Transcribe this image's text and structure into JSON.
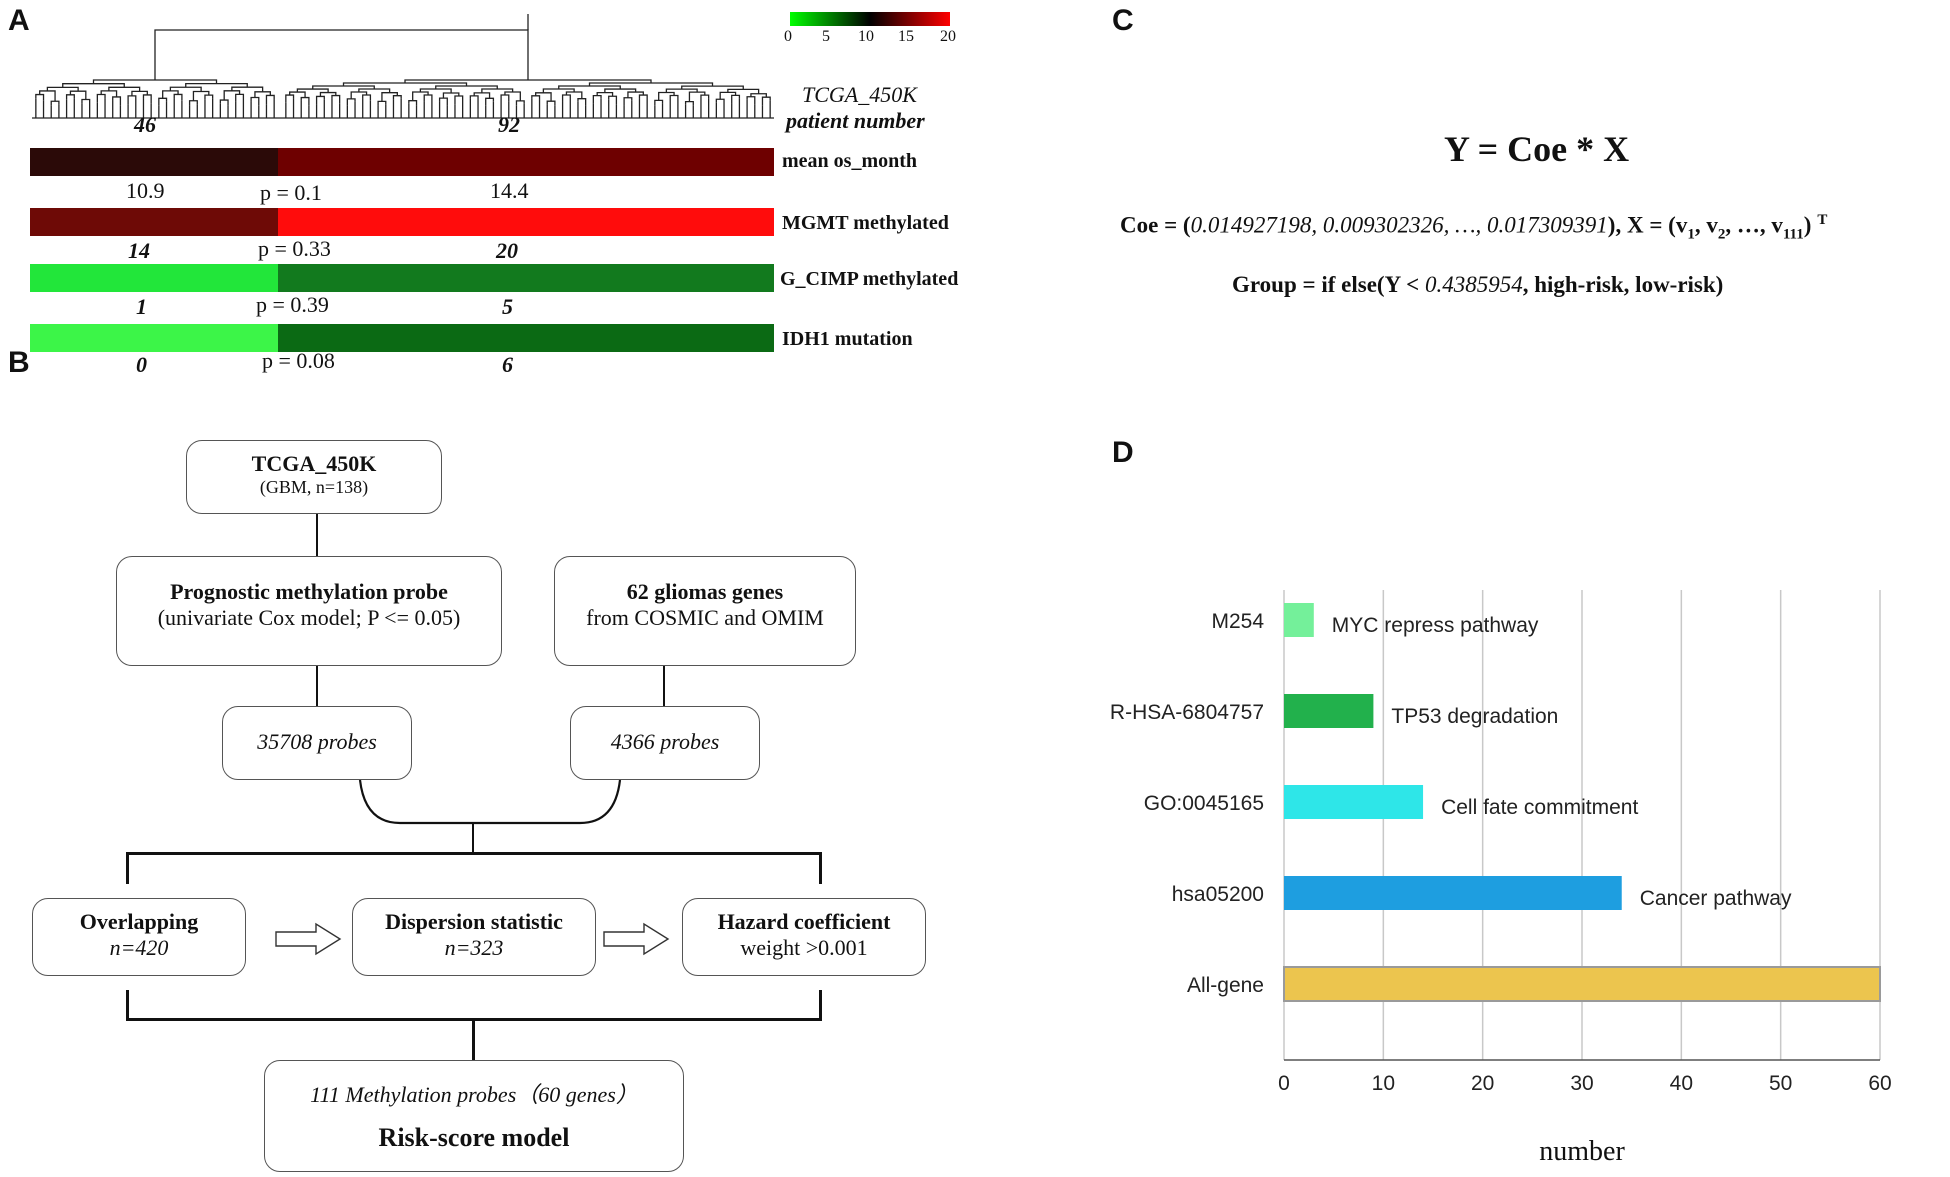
{
  "panels": {
    "a": "A",
    "b": "B",
    "c": "C",
    "d": "D"
  },
  "panel_a": {
    "colorbar_ticks": [
      "0",
      "5",
      "10",
      "15",
      "20"
    ],
    "colorbar_colors": [
      "#00ff00",
      "#000000",
      "#ff0000"
    ],
    "dataset_label": "TCGA_450K",
    "patient_label": "patient number",
    "cluster_counts": [
      "46",
      "92"
    ],
    "rows": [
      {
        "label": "mean os_month",
        "left_value": "10.9",
        "p_value": "p = 0.1",
        "right_value": "14.4",
        "left_color": "#2b0a08",
        "right_color": "#6e0000"
      },
      {
        "label": "MGMT methylated",
        "left_value": "14",
        "p_value": "p = 0.33",
        "right_value": "20",
        "left_color": "#6e0a06",
        "right_color": "#ff0c0c"
      },
      {
        "label": "G_CIMP methylated",
        "left_value": "1",
        "p_value": "p = 0.39",
        "right_value": "5",
        "left_color": "#22e63a",
        "right_color": "#127a1e"
      },
      {
        "label": "IDH1 mutation",
        "left_value": "0",
        "p_value": "p = 0.08",
        "right_value": "6",
        "left_color": "#3cf548",
        "right_color": "#0b6a14"
      }
    ]
  },
  "panel_b": {
    "top_title": "TCGA_450K",
    "top_sub": "(GBM, n=138)",
    "left_title": "Prognostic methylation probe",
    "left_sub": "(univariate Cox model; P <= 0.05)",
    "right_title": "62 gliomas genes",
    "right_sub": "from COSMIC and OMIM",
    "left_count": "35708 probes",
    "right_count": "4366 probes",
    "step1_title": "Overlapping",
    "step1_sub": "n=420",
    "step2_title": "Dispersion statistic",
    "step2_sub": "n=323",
    "step3_title": "Hazard coefficient",
    "step3_sub": "weight >0.001",
    "final_sub": "111 Methylation probes（60 genes）",
    "final_title": "Risk-score model"
  },
  "panel_c": {
    "equation": "Y = Coe * X",
    "coe_prefix": "Coe = (",
    "coe_values": "0.014927198, 0.009302326, …, 0.017309391",
    "coe_suffix": "), X = (v",
    "x_sub1": "1",
    "x_sep1": ", v",
    "x_sub2": "2",
    "x_sep2": ", …, v",
    "x_sub3": "111",
    "x_close": ")",
    "x_sup": "T",
    "group_prefix": "Group = if else(Y < ",
    "group_threshold": "0.4385954",
    "group_suffix": ", high-risk, low-risk)"
  },
  "chart_data": {
    "type": "bar",
    "orientation": "horizontal",
    "categories": [
      "M254",
      "R-HSA-6804757",
      "GO:0045165",
      "hsa05200",
      "All-gene"
    ],
    "values": [
      3,
      9,
      14,
      34,
      60
    ],
    "bar_labels": [
      "MYC repress pathway",
      "TP53 degradation",
      "Cell fate commitment",
      "Cancer pathway",
      ""
    ],
    "colors": [
      "#74f09a",
      "#22b14c",
      "#2ee6e8",
      "#1e9ee0",
      "#ecc54e"
    ],
    "xlabel": "number",
    "xlim": [
      0,
      60
    ],
    "xticks": [
      0,
      10,
      20,
      30,
      40,
      50,
      60
    ],
    "grid": true
  }
}
